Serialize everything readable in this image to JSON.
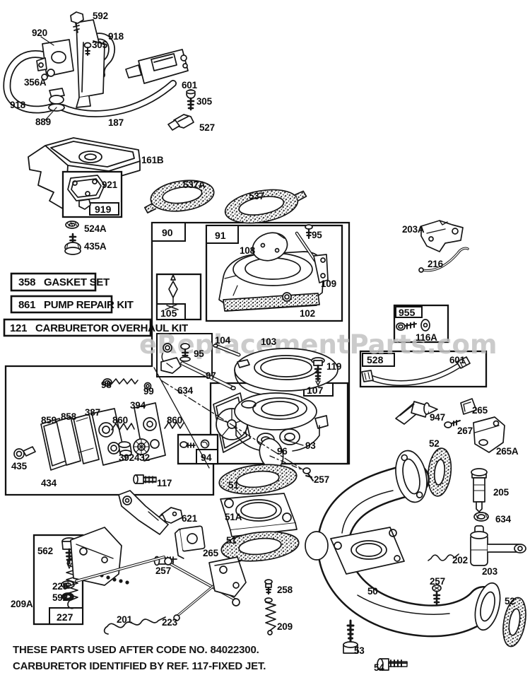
{
  "watermark": "eReplacementParts.com",
  "kits": [
    {
      "ref": "358",
      "name": "GASKET SET"
    },
    {
      "ref": "861",
      "name": "PUMP REPAIR KIT"
    },
    {
      "ref": "121",
      "name": "CARBURETOR OVERHAUL KIT"
    }
  ],
  "footer": {
    "line1": "THESE PARTS USED AFTER CODE NO. 84022300.",
    "line2": "CARBURETOR IDENTIFIED BY REF. 117-FIXED JET."
  },
  "labels": [
    "592",
    "920",
    "305",
    "918",
    "356A",
    "918",
    "889",
    "187",
    "601",
    "305",
    "527",
    "161B",
    "921",
    "919",
    "524A",
    "435A",
    "537A",
    "537",
    "90",
    "91",
    "108",
    "95",
    "109",
    "102",
    "105",
    "104",
    "103",
    "95",
    "97",
    "98",
    "99",
    "634",
    "119",
    "107",
    "93",
    "96",
    "257",
    "859",
    "858",
    "387",
    "394",
    "860",
    "860",
    "392",
    "432",
    "435",
    "434",
    "117",
    "94",
    "203A",
    "216",
    "955",
    "116A",
    "528",
    "601",
    "947",
    "265",
    "267",
    "265A",
    "52",
    "205",
    "634",
    "202",
    "203",
    "50",
    "257",
    "52",
    "53",
    "54",
    "51",
    "51A",
    "51",
    "621",
    "265",
    "257",
    "562",
    "229",
    "592",
    "209A",
    "227",
    "201",
    "223",
    "258",
    "209"
  ]
}
